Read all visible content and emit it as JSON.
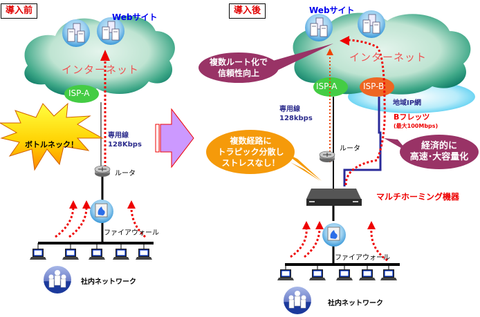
{
  "before": {
    "title": "導入前",
    "website_label": "Webサイト",
    "internet_label": "インターネット",
    "isp_a_label": "ISP-A",
    "bottleneck_label": "ボトルネック！",
    "line_label_1": "専用線",
    "line_label_2": "128Kbps",
    "router_label": "ルータ",
    "firewall_label": "ファイアウォール",
    "lan_label": "社内ネットワーク"
  },
  "after": {
    "title": "導入後",
    "website_label": "Webサイト",
    "internet_label": "インターネット",
    "isp_a_label": "ISP-A",
    "isp_b_label": "ISP-B",
    "regional_ip_label": "地域IP網",
    "flets_label": "Bフレッツ",
    "flets_speed_label": "(最大100Mbps)",
    "line_label_1": "専用線",
    "line_label_2": "128kbps",
    "router_label": "ルータ",
    "multihoming_label": "マルチホーミング機器",
    "firewall_label": "ファイアウォール",
    "lan_label": "社内ネットワーク",
    "bubble_reliability": [
      "複数ルート化で",
      "信頼性向上"
    ],
    "bubble_traffic": [
      "複数経路に",
      "トラピック分散し",
      "ストレスなし！"
    ],
    "bubble_economy": [
      "経済的に",
      "高速･大容量化"
    ]
  },
  "colors": {
    "title_red": "#e00000",
    "cloud_dark": "#1a8c6c",
    "cloud_light": "#d8f0e4",
    "isp_a": "#44cc44",
    "isp_b": "#ee6622",
    "regional_ip": "#88ddf4",
    "bubble_purple": "#993366",
    "bubble_orange": "#f59a0a",
    "arrow_purple": "#cc99ff",
    "dotted_red": "#ee0000",
    "flets_line": "#2a2a99"
  }
}
